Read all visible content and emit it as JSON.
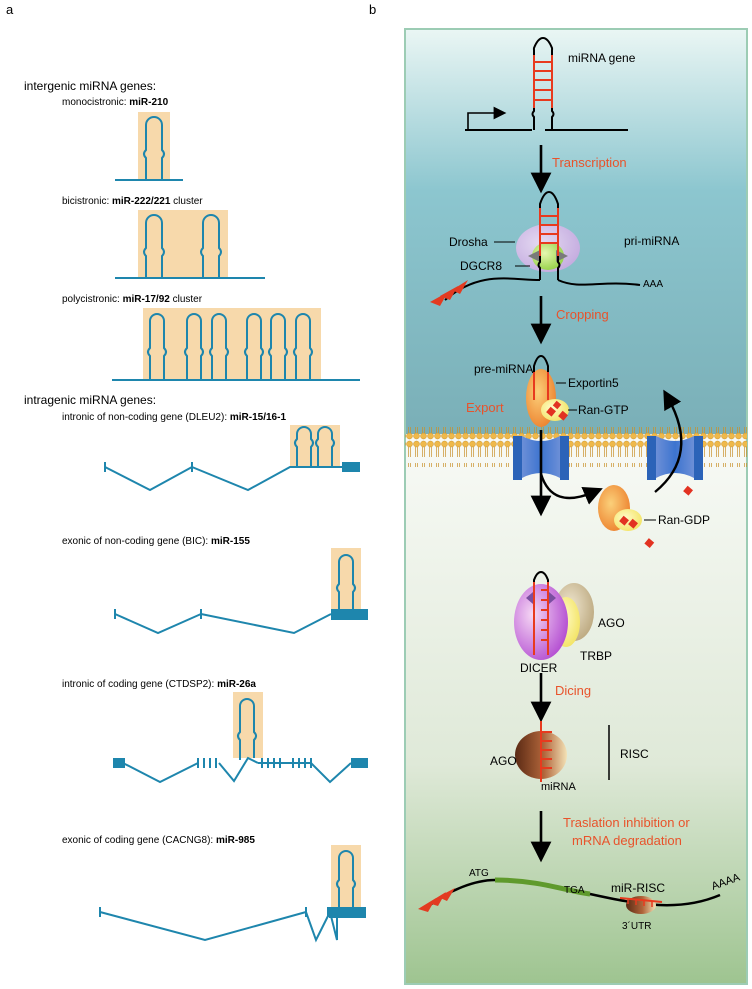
{
  "panel_a": {
    "label": "a",
    "intergenic_heading": "intergenic miRNA genes:",
    "intragenic_heading": "intragenic miRNA genes:",
    "items": [
      {
        "prefix": "monocistronic: ",
        "mirna": "miR-210",
        "suffix": ""
      },
      {
        "prefix": "bicistronic: ",
        "mirna": "miR-222/221",
        "suffix": " cluster"
      },
      {
        "prefix": "polycistronic: ",
        "mirna": "miR-17/92",
        "suffix": " cluster"
      },
      {
        "prefix": "intronic of non-coding gene (DLEU2): ",
        "mirna": "miR-15/16-1",
        "suffix": ""
      },
      {
        "prefix": "exonic of non-coding gene (BIC): ",
        "mirna": "miR-155",
        "suffix": ""
      },
      {
        "prefix": "intronic of coding gene (CTDSP2): ",
        "mirna": "miR-26a",
        "suffix": ""
      },
      {
        "prefix": "exonic of coding gene (CACNG8): ",
        "mirna": "miR-985",
        "suffix": ""
      }
    ]
  },
  "panel_b": {
    "label": "b",
    "labels": {
      "mirna_gene": "miRNA gene",
      "transcription": "Transcription",
      "drosha": "Drosha",
      "dgcr8": "DGCR8",
      "pri_mirna": "pri-miRNA",
      "aaa": "AAA",
      "cropping": "Cropping",
      "pre_mirna": "pre-miRNA",
      "exportin5": "Exportin5",
      "export": "Export",
      "ran_gtp": "Ran-GTP",
      "ran_gdp": "Ran-GDP",
      "ago": "AGO",
      "dicer": "DICER",
      "trbp": "TRBP",
      "dicing": "Dicing",
      "ago2": "AGO",
      "mirna": "miRNA",
      "risc": "RISC",
      "inhibition_line1": "Traslation inhibition or",
      "inhibition_line2": "mRNA degradation",
      "atg": "ATG",
      "tga": "TGA",
      "mir_risc": "miR-RISC",
      "utr": "3´UTR",
      "aaaa": "AAAA"
    }
  },
  "colors": {
    "teal": "#1e86ad",
    "peach": "#f7d9ab",
    "red_label": "#e8532b",
    "hairpin_red": "#e83a1e",
    "membrane_blue": "#2b63b8",
    "lipid": "#efb94a"
  }
}
